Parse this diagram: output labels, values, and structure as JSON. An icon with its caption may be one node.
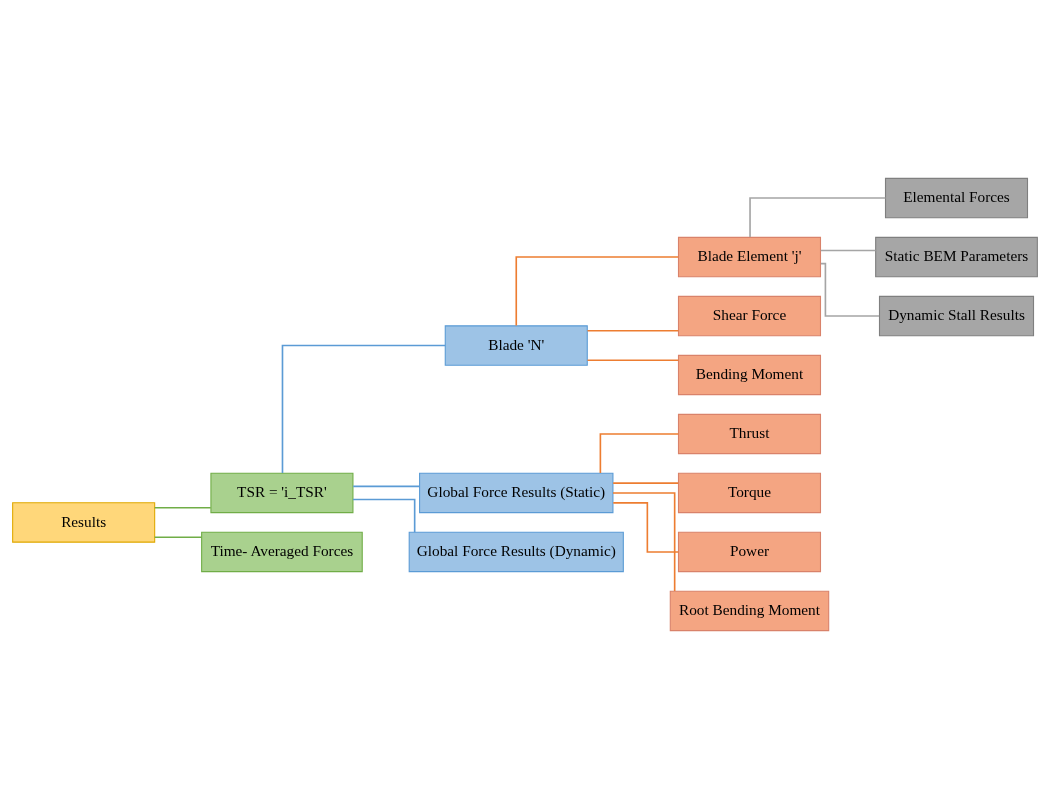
{
  "diagram": {
    "nodes": [
      {
        "text": [
          "Results"
        ]
      },
      {
        "text": [
          "TSR = 'i_TSR'"
        ]
      },
      {
        "text": [
          "Time- Averaged Forces"
        ]
      },
      {
        "text": [
          "Blade 'N'"
        ]
      },
      {
        "text": [
          "Global Force Results (Static)"
        ]
      },
      {
        "text": [
          "Global Force Results (Dynamic)"
        ]
      },
      {
        "text": [
          "Blade Element 'j'"
        ]
      },
      {
        "text": [
          "Shear Force"
        ]
      },
      {
        "text": [
          "Bending Moment"
        ]
      },
      {
        "text": [
          "Thrust"
        ]
      },
      {
        "text": [
          "Torque"
        ]
      },
      {
        "text": [
          "Power"
        ]
      },
      {
        "text": [
          "Root Bending Moment"
        ]
      },
      {
        "text": [
          "Elemental Forces"
        ]
      },
      {
        "text": [
          "Static BEM Parameters"
        ]
      },
      {
        "text": [
          "Dynamic Stall Results"
        ]
      }
    ],
    "edges": [
      {
        "from": 0,
        "to": 1,
        "arrow": "none",
        "color": "#70ad47"
      },
      {
        "from": 0,
        "to": 2,
        "arrow": "none",
        "color": "#70ad47"
      },
      {
        "from": 1,
        "to": 3,
        "arrow": "none",
        "color": "#5b9bd5"
      },
      {
        "from": 1,
        "to": 4,
        "arrow": "none",
        "color": "#5b9bd5"
      },
      {
        "from": 1,
        "to": 5,
        "arrow": "none",
        "color": "#5b9bd5"
      },
      {
        "from": 3,
        "to": 6,
        "arrow": "none"
      },
      {
        "from": 3,
        "to": 7,
        "arrow": "none"
      },
      {
        "from": 3,
        "to": 8,
        "arrow": "none"
      },
      {
        "from": 4,
        "to": 9,
        "arrow": "none"
      },
      {
        "from": 4,
        "to": 10,
        "arrow": "none"
      },
      {
        "from": 4,
        "to": 11,
        "arrow": "none"
      },
      {
        "from": 4,
        "to": 12,
        "arrow": "none"
      },
      {
        "from": 6,
        "to": 13,
        "arrow": "none",
        "color": "#a5a5a5"
      },
      {
        "from": 6,
        "to": 14,
        "arrow": "none",
        "color": "#a5a5a5"
      },
      {
        "from": 6,
        "to": 15,
        "arrow": "none",
        "color": "#a5a5a5"
      }
    ]
  }
}
